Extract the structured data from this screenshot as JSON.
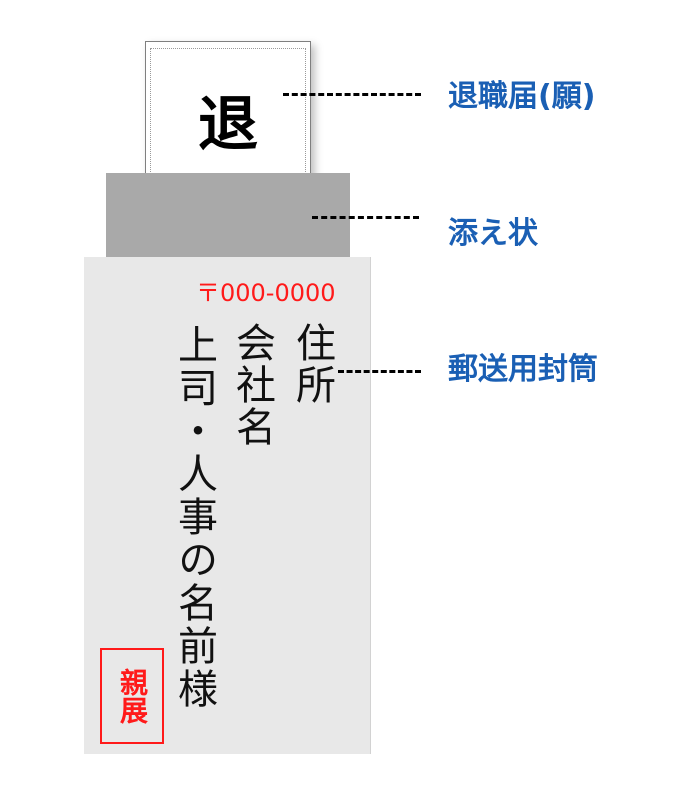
{
  "letter": {
    "char": "退",
    "label": "退職届(願)"
  },
  "cover_letter": {
    "label": "添え状"
  },
  "envelope": {
    "label": "郵送用封筒",
    "postal_code": "〒000-0000",
    "address": "住所",
    "company": "会社名",
    "recipient": "上司・人事の名前様",
    "stamp": "親展"
  },
  "colors": {
    "label_blue": "#1a5fb4",
    "stamp_red": "#ff1a1a",
    "envelope_gray": "#e8e8e8",
    "cover_gray": "#a9a9a9"
  }
}
